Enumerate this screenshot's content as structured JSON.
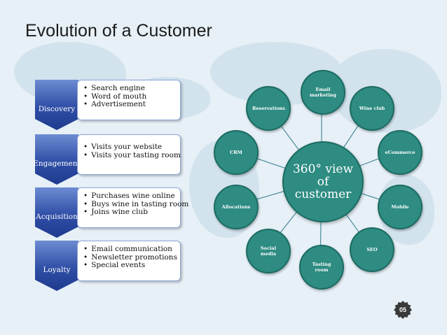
{
  "title": "Evolution of a Customer",
  "stages": [
    {
      "label": "Discovery",
      "bullets": [
        "Search engine",
        "Word of mouth",
        "Advertisement"
      ]
    },
    {
      "label": "Engagement",
      "bullets": [
        "Visits your website",
        "Visits your tasting room"
      ]
    },
    {
      "label": "Acquisition",
      "bullets": [
        "Purchases wine online",
        "Buys wine in tasting room",
        "Joins wine club"
      ]
    },
    {
      "label": "Loyalty",
      "bullets": [
        "Email communication",
        "Newsletter promotions",
        "Special events"
      ]
    }
  ],
  "hub": {
    "label": "360° view of customer"
  },
  "nodes": [
    "Email marketing",
    "Wine club",
    "eCommerce",
    "Mobile",
    "SEO",
    "Tasting room",
    "Social media",
    "Allocations",
    "CRM",
    "Reservations"
  ],
  "colors": {
    "background": "#e6f0f6",
    "chevron": "#2f4ea6",
    "circle": "#2e8c82",
    "connector": "#4c8a9c"
  },
  "page_number": "05"
}
